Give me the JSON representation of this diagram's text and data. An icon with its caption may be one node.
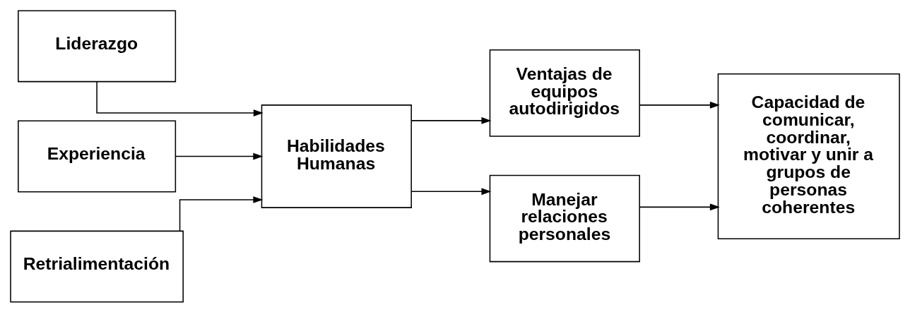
{
  "diagram": {
    "nodes": [
      {
        "text": [
          "Liderazgo"
        ]
      },
      {
        "text": [
          "Experiencia"
        ]
      },
      {
        "text": [
          "Retrialimentación"
        ]
      },
      {
        "text": [
          "Habilidades Humanas"
        ]
      },
      {
        "text": [
          "Ventajas de equipos autodirigidos"
        ]
      },
      {
        "text": [
          "Manejar relaciones personales"
        ]
      },
      {
        "text": [
          "Capacidad de comunicar, coordinar, motivar y unir a grupos de personas coherentes"
        ]
      }
    ],
    "edges": [
      {
        "from": 0,
        "to": 3,
        "arrow": "to"
      },
      {
        "from": 1,
        "to": 3,
        "arrow": "to"
      },
      {
        "from": 2,
        "to": 3,
        "arrow": "to"
      },
      {
        "from": 3,
        "to": 4,
        "arrow": "to"
      },
      {
        "from": 3,
        "to": 5,
        "arrow": "to"
      },
      {
        "from": 4,
        "to": 6,
        "arrow": "to"
      },
      {
        "from": 5,
        "to": 6,
        "arrow": "to"
      }
    ]
  }
}
